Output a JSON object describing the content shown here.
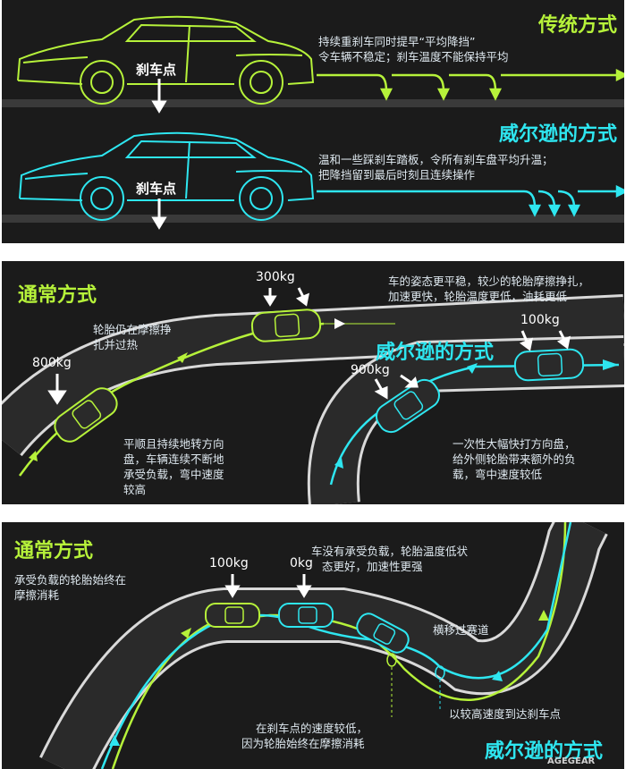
{
  "panel1": {
    "traditional_title": "传统方式",
    "traditional_desc_1": "持续重刹车同时提早“平均降挡”",
    "traditional_desc_2": "令车辆不稳定；刹车温度不能保持平均",
    "brake_point_top": "刹车点",
    "wilson_title": "威尔逊的方式",
    "wilson_desc_1": "温和一些踩刹车踏板，令所有刹车盘平均升温；",
    "wilson_desc_2": "把降挡留到最后时刻且连续操作",
    "brake_point_bottom": "刹车点"
  },
  "panel2": {
    "normal_title": "通常方式",
    "weight_800": "800kg",
    "weight_300": "300kg",
    "tire_note_1": "轮胎仍在摩擦挣",
    "tire_note_2": "扎并过热",
    "smooth_1": "平顺且持续地转方向",
    "smooth_2": "盘，车辆连续不断地",
    "smooth_3": "承受负载，弯中速度",
    "smooth_4": "较高",
    "stable_1": "车的姿态更平稳，较少的轮胎摩擦挣扎，",
    "stable_2": "加速更快，轮胎温度更低，油耗更低",
    "weight_100": "100kg",
    "wilson_title": "威尔逊的方式",
    "weight_900": "900kg",
    "turn_1": "一次性大幅快打方向盘，",
    "turn_2": "给外侧轮胎带来额外的负",
    "turn_3": "载，弯中速度较低"
  },
  "panel3": {
    "normal_title": "通常方式",
    "wear_1": "承受负载的轮胎始终在",
    "wear_2": "摩擦消耗",
    "weight_100": "100kg",
    "weight_0": "0kg",
    "noload_1": "车没有承受负载，轮胎温度低状",
    "noload_2": "态更好，加速性更强",
    "cross_track": "横移过赛道",
    "high_speed": "以较高速度到达刹车点",
    "low_speed_1": "在刹车点的速度较低，",
    "low_speed_2": "因为轮胎始终在摩擦消耗",
    "wilson_title": "威尔逊的方式",
    "watermark": "AGEGEAR"
  },
  "colors": {
    "green": "#b6f23a",
    "cyan": "#2ee6f0",
    "panel_bg": "#1b1b1b",
    "road": "#3a3a3a"
  }
}
